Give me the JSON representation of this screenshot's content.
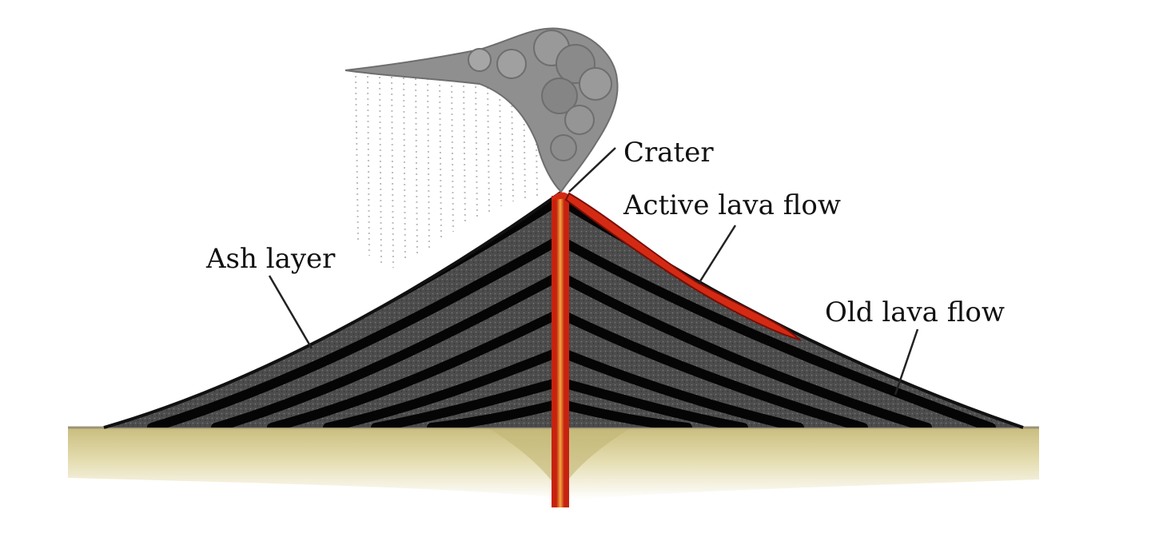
{
  "diagram": {
    "labels": {
      "crater": "Crater",
      "active_lava_flow": "Active lava flow",
      "ash_layer": "Ash layer",
      "old_lava_flow": "Old lava flow"
    },
    "colors": {
      "ash": "#4a4a4a",
      "lava_layer": "#0a0a0a",
      "magma_outer": "#d42a14",
      "magma_inner": "#f2a23a",
      "ground_top": "#cfc388",
      "ground_bottom": "#fbf8ea",
      "smoke": "#8c8c8c",
      "fallout": "#b9b9b9",
      "leader": "#222222"
    }
  }
}
